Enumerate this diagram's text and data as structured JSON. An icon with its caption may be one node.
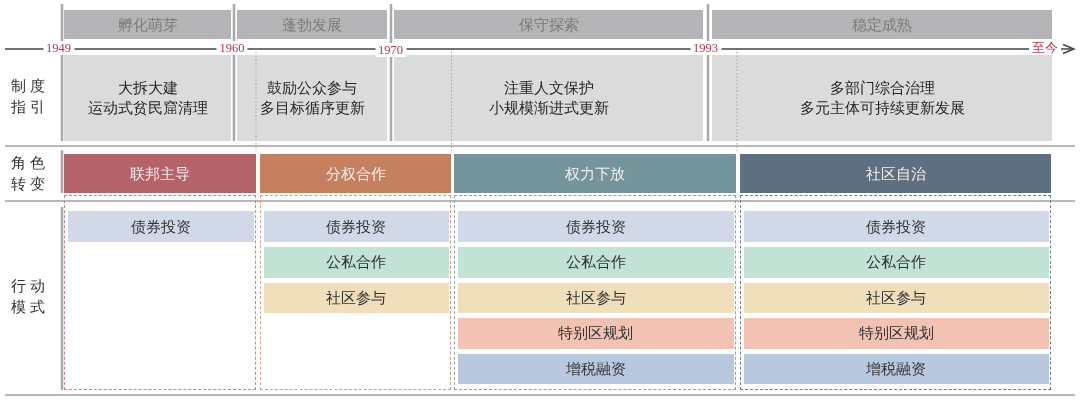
{
  "diagram": {
    "nodes": [
      {
        "text": [
          "孵化萌芽"
        ]
      },
      {
        "text": [
          "蓬勃发展"
        ]
      },
      {
        "text": [
          "保守探索"
        ]
      },
      {
        "text": [
          "稳定成熟"
        ]
      },
      {
        "text": [
          "大拆大建",
          "运动式贫民窟清理"
        ]
      },
      {
        "text": [
          "鼓励公众参与",
          "多目标循序更新"
        ]
      },
      {
        "text": [
          "注重人文保护",
          "小规模渐进式更新"
        ]
      },
      {
        "text": [
          "多部门综合治理",
          "多元主体可持续更新发展"
        ]
      },
      {
        "text": [
          "联邦主导"
        ]
      },
      {
        "text": [
          "分权合作"
        ]
      },
      {
        "text": [
          "权力下放"
        ]
      },
      {
        "text": [
          "社区自治"
        ]
      },
      {
        "text": [],
        "shape": "box"
      },
      {
        "text": [
          "债券投资"
        ],
        "in": 12
      },
      {
        "text": [],
        "shape": "box"
      },
      {
        "text": [
          "债券投资"
        ],
        "in": 14
      },
      {
        "text": [
          "公私合作"
        ],
        "in": 14
      },
      {
        "text": [
          "社区参与"
        ],
        "in": 14
      },
      {
        "text": [],
        "shape": "box"
      },
      {
        "text": [
          "债券投资"
        ],
        "in": 18
      },
      {
        "text": [
          "公私合作"
        ],
        "in": 18
      },
      {
        "text": [
          "社区参与"
        ],
        "in": 18
      },
      {
        "text": [
          "特别区规划"
        ],
        "in": 18
      },
      {
        "text": [
          "增税融资"
        ],
        "in": 18
      },
      {
        "text": [],
        "shape": "box"
      },
      {
        "text": [
          "债券投资"
        ],
        "in": 24
      },
      {
        "text": [
          "公私合作"
        ],
        "in": 24
      },
      {
        "text": [
          "社区参与"
        ],
        "in": 24
      },
      {
        "text": [
          "特别区规划"
        ],
        "in": 24
      },
      {
        "text": [
          "增税融资"
        ],
        "in": 24
      }
    ],
    "labels": [
      "1949",
      "1960",
      "1970",
      "1993",
      "至今",
      "制度指引",
      "角色转变",
      "行动模式"
    ]
  }
}
